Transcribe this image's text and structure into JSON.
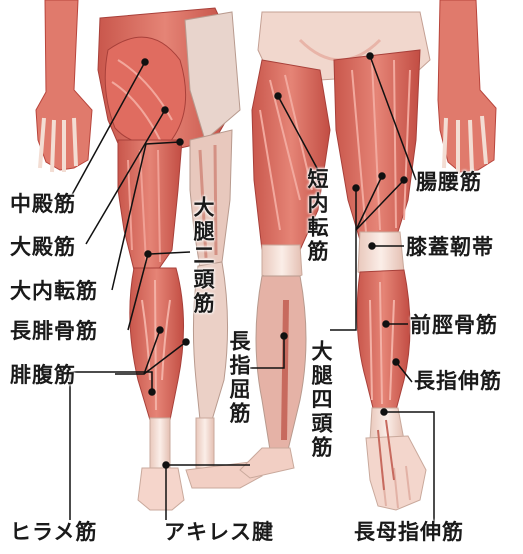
{
  "labels": {
    "gluteus_medius": "中殿筋",
    "gluteus_maximus": "大殿筋",
    "adductor_magnus": "大内転筋",
    "peroneus_longus": "長腓骨筋",
    "gastrocnemius": "腓腹筋",
    "soleus": "ヒラメ筋",
    "achilles_tendon": "アキレス腱",
    "biceps_femoris": "大腿二頭筋",
    "adductor_brevis": "短内転筋",
    "flexor_digitorum_longus": "長指屈筋",
    "quadriceps": "大腿四頭筋",
    "iliopsoas": "腸腰筋",
    "patellar_ligament": "膝蓋靭帯",
    "tibialis_anterior": "前脛骨筋",
    "extensor_digitorum_longus": "長指伸筋",
    "extensor_hallucis_longus": "長母指伸筋"
  },
  "colors": {
    "muscle": "#d9685a",
    "muscle_dark": "#b8453c",
    "tendon": "#f3ddd3",
    "skin": "#f5cfc3",
    "leader_line": "#111111"
  }
}
